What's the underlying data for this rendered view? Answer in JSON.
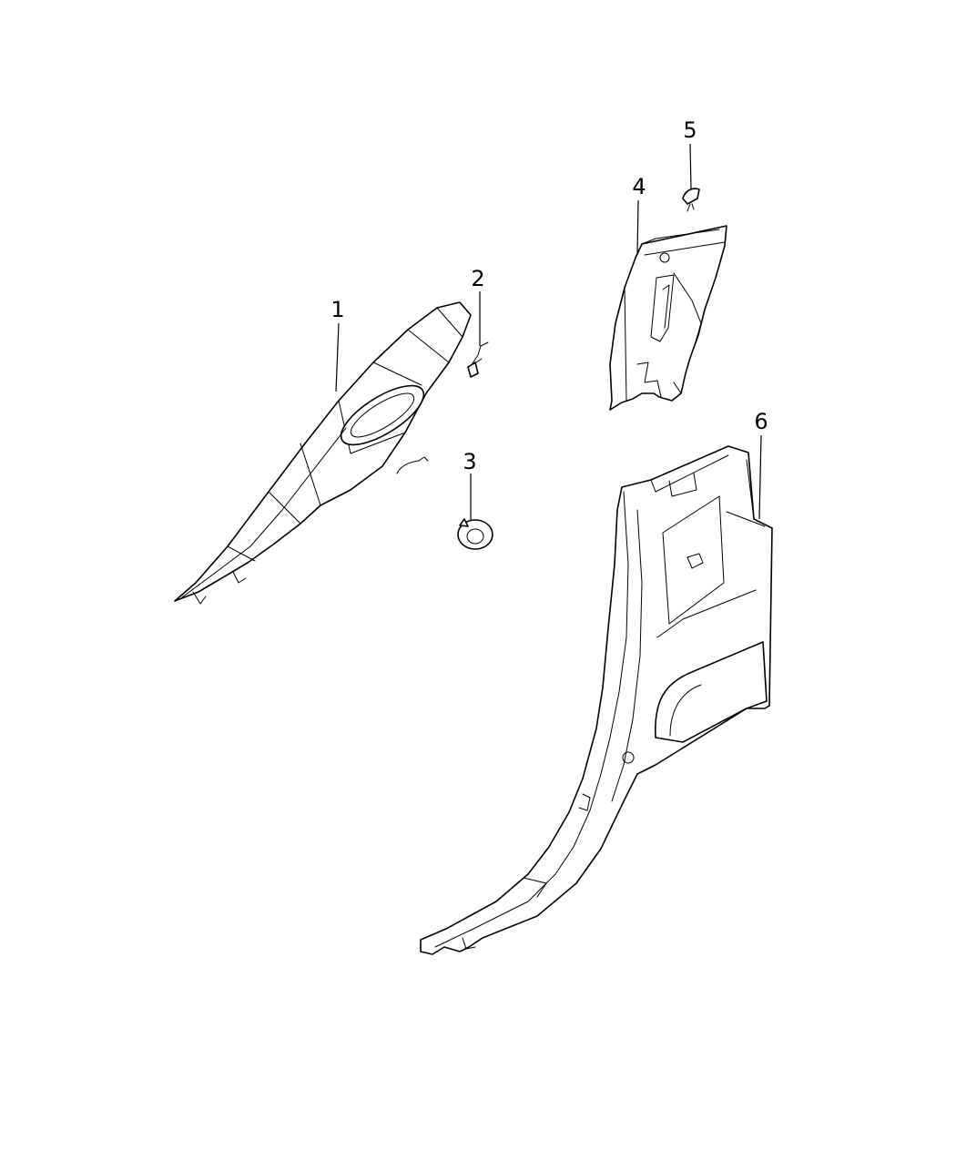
{
  "callouts": [
    {
      "id": "part-1",
      "label": "1"
    },
    {
      "id": "part-2",
      "label": "2"
    },
    {
      "id": "part-3",
      "label": "3"
    },
    {
      "id": "part-4",
      "label": "4"
    },
    {
      "id": "part-5",
      "label": "5"
    },
    {
      "id": "part-6",
      "label": "6"
    }
  ]
}
